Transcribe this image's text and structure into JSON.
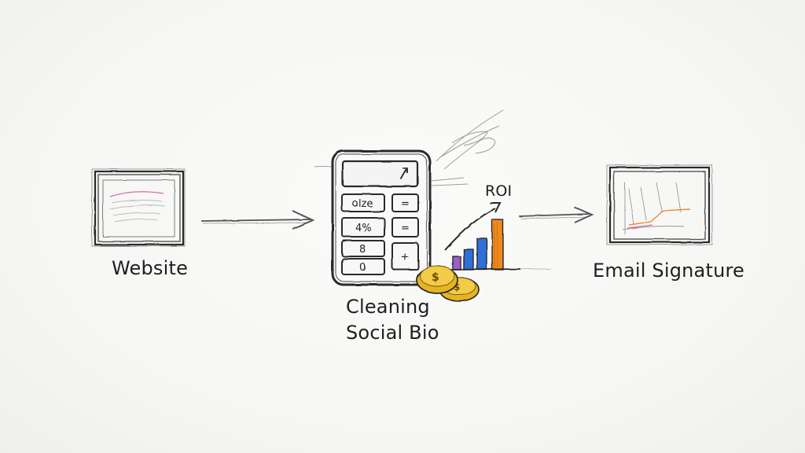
{
  "nodes": {
    "left": {
      "label": "Website"
    },
    "center": {
      "line1": "Cleaning",
      "line2": "Social Bio"
    },
    "right": {
      "label": "Email Signature"
    }
  },
  "roi_label": "ROI",
  "calculator": {
    "keys": [
      "olze",
      "=",
      "4%",
      "=",
      "8",
      "0",
      "+"
    ]
  },
  "colors": {
    "sketch": "#2b2b2b",
    "bar_purple": "#9b5fc9",
    "bar_blue": "#2f6fd6",
    "bar_orange": "#f08a1c",
    "coin_gold": "#e6b422",
    "accent_pink": "#d86aa6",
    "accent_orange": "#f08a3c"
  },
  "icons": [
    "website-frame-icon",
    "calculator-icon",
    "bar-chart-icon",
    "coins-icon",
    "email-signature-frame-icon",
    "arrow-icon"
  ]
}
